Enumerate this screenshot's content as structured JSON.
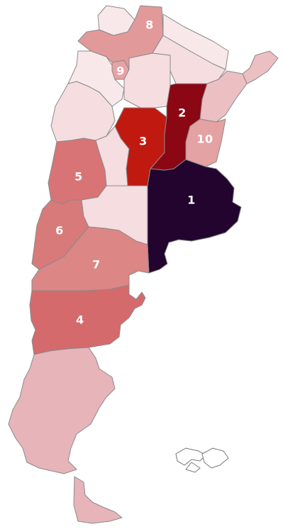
{
  "colors": {
    "rank_1": "#22042e",
    "rank_2": "#8a0713",
    "rank_3": "#c01a10",
    "rank_4": "#d46a6c",
    "rank_5": "#d87476",
    "rank_6": "#d87a7a",
    "rank_7": "#dc8686",
    "rank_8": "#e2999a",
    "rank_9": "#e6a2a4",
    "rank_10": "#e4a2a2",
    "light": "#f6dde0",
    "lighter": "#f9e8ea",
    "medium_light": "#ecbfc3",
    "south": "#e7b4b9",
    "border": "#8a8a8a"
  },
  "ranks": [
    {
      "province": "buenos-aires",
      "label": "1"
    },
    {
      "province": "santa-fe",
      "label": "2"
    },
    {
      "province": "cordoba",
      "label": "3"
    },
    {
      "province": "chubut",
      "label": "4"
    },
    {
      "province": "san-juan",
      "label": "5"
    },
    {
      "province": "mendoza",
      "label": "6"
    },
    {
      "province": "neuquen-rio-negro",
      "label": "7"
    },
    {
      "province": "salta",
      "label": "8"
    },
    {
      "province": "tucuman",
      "label": "9"
    },
    {
      "province": "entre-rios",
      "label": "10"
    }
  ]
}
